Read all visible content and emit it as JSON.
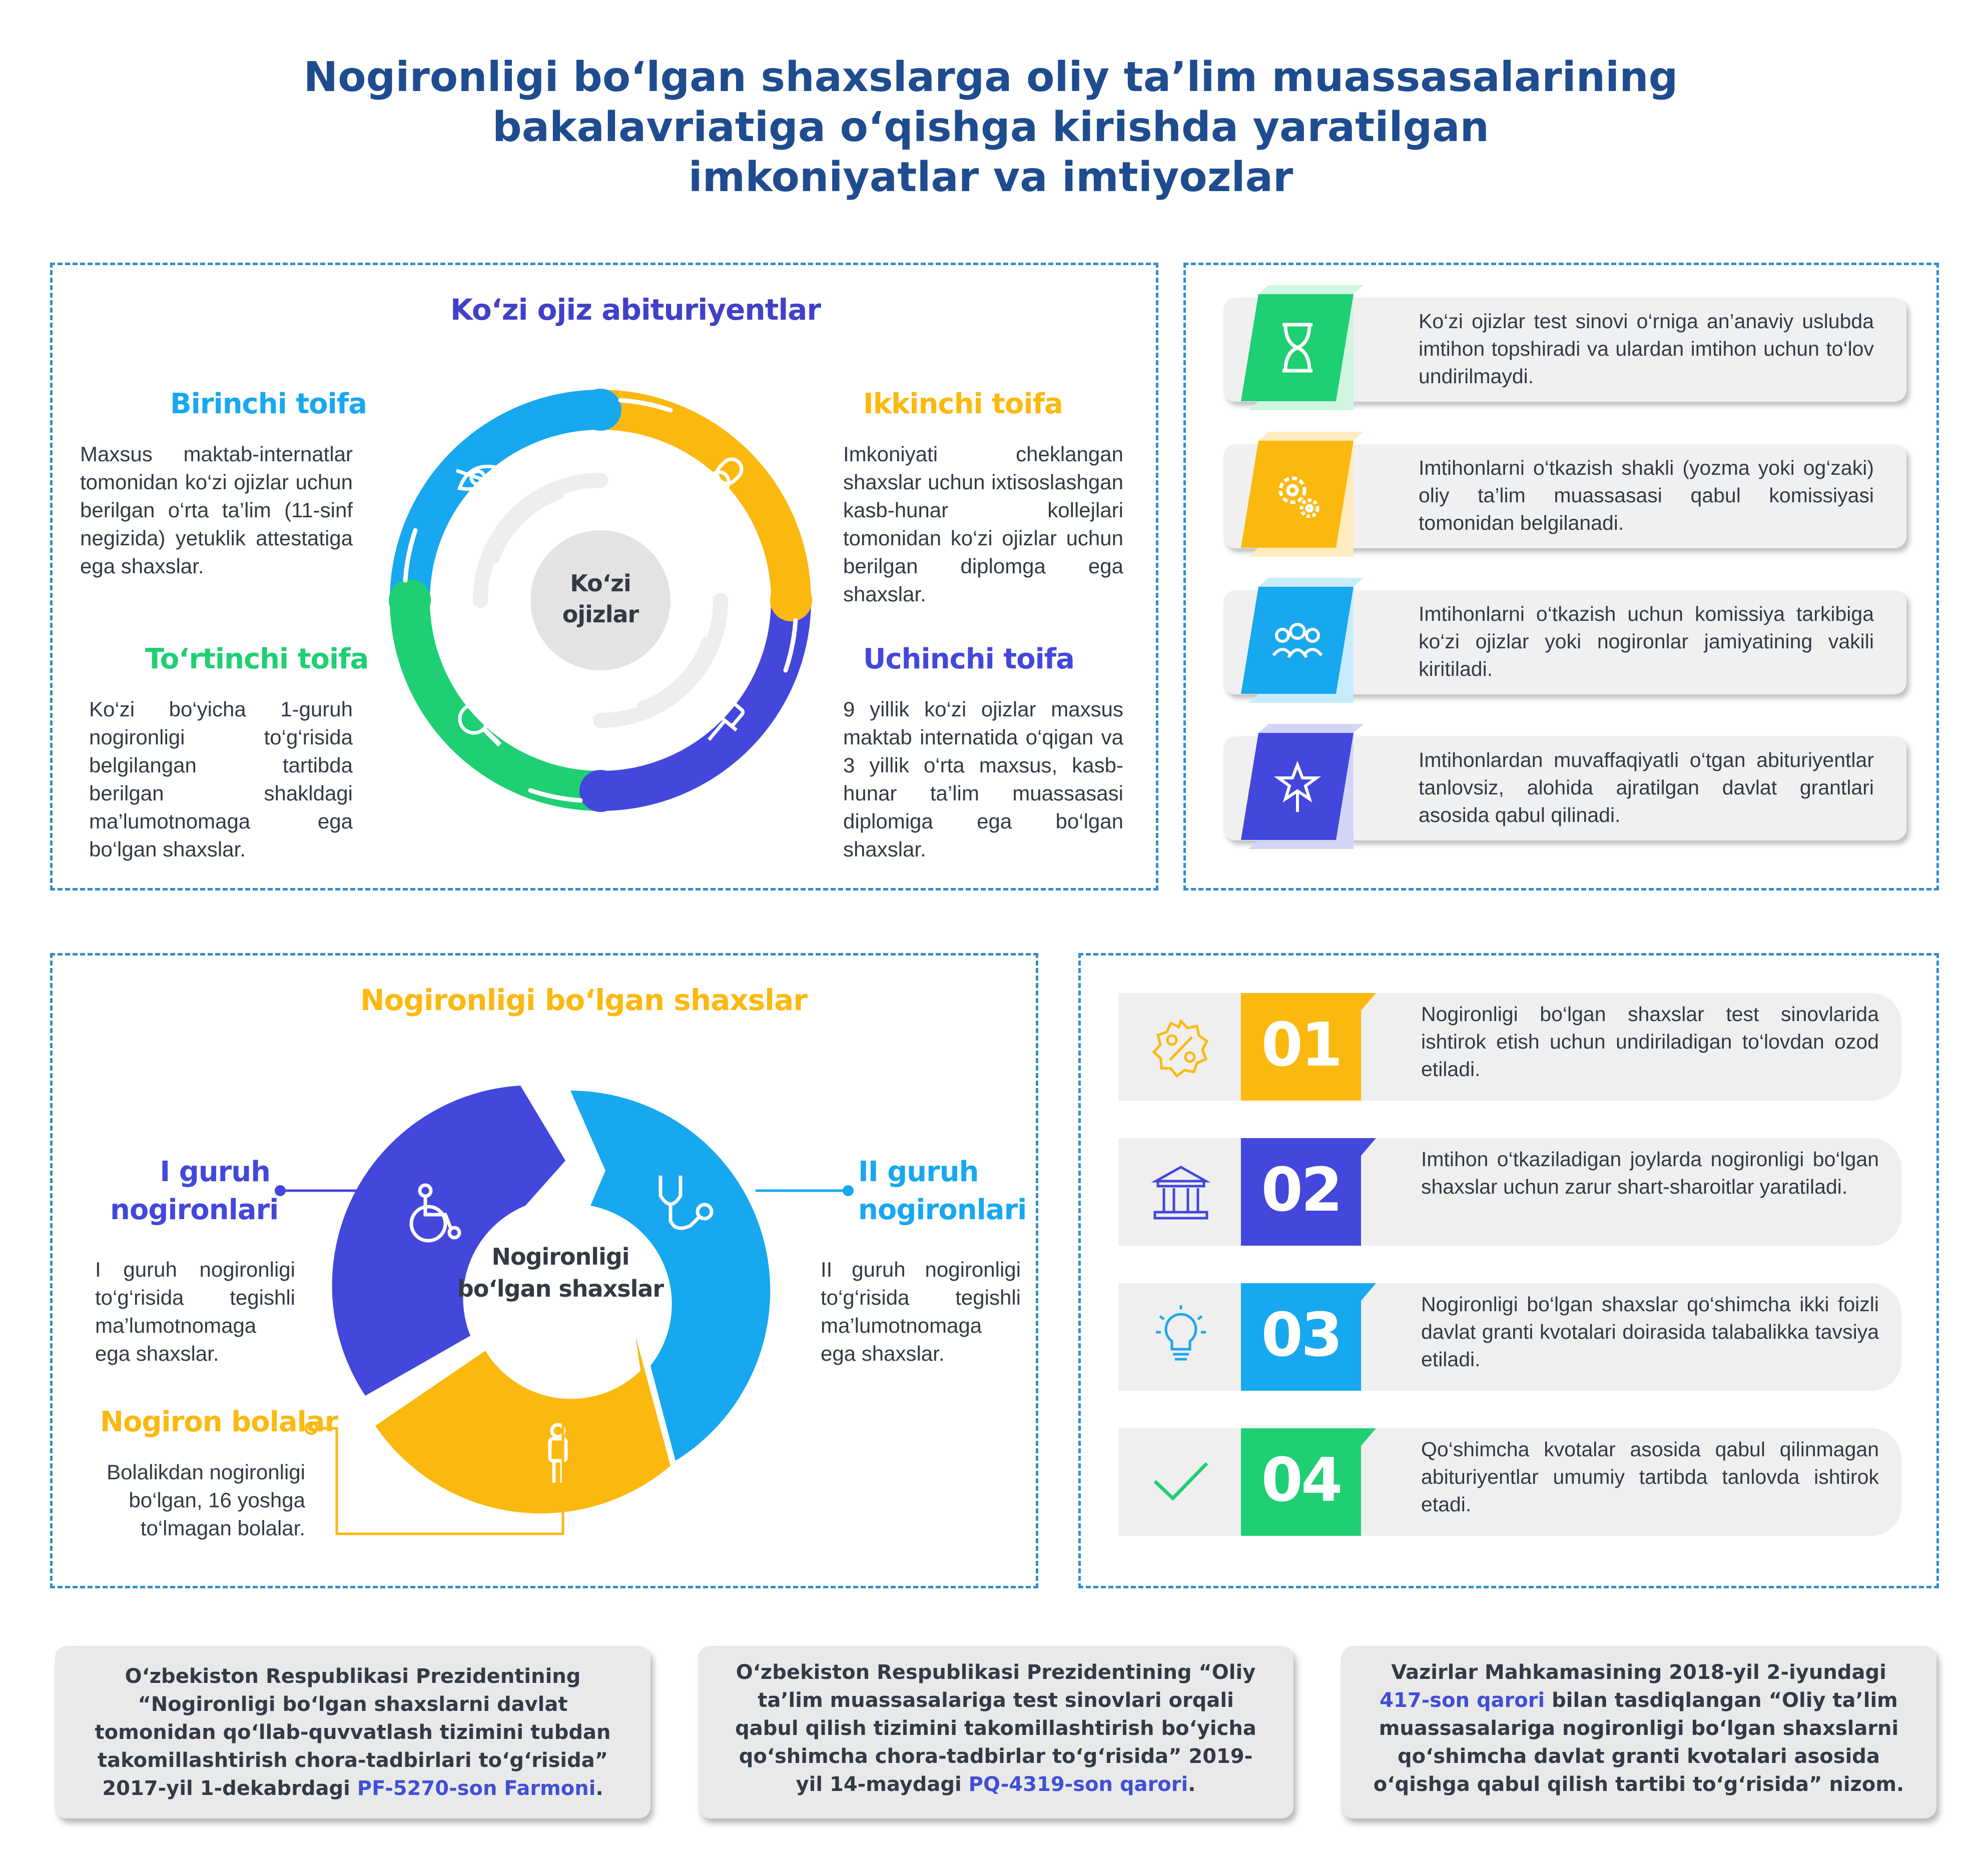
{
  "title": {
    "line1": "Nogironligi bo‘lgan shaxslarga oliy ta’lim muassasalarining",
    "line2": "bakalavriatiga o‘qishga kirishda yaratilgan",
    "line3": "imkoniyatlar va imtiyozlar"
  },
  "blind_section": {
    "title": "Ko‘zi ojiz abituriyentlar",
    "center_line1": "Ko‘zi",
    "center_line2": "ojizlar",
    "categories": [
      {
        "title": "Birinchi toifa",
        "text": "Maxsus maktab-internatlar tomonidan ko‘zi ojizlar uchun berilgan o‘rta ta’lim (11-sinf negizida) yetuklik attestatiga ega shaxslar."
      },
      {
        "title": "Ikkinchi toifa",
        "text": "Imkoniyati cheklangan shaxslar uchun ixtisoslashgan kasb-hunar kollejlari tomonidan ko‘zi ojizlar uchun berilgan diplomga ega shaxslar."
      },
      {
        "title": "To‘rtinchi toifa",
        "text": "Ko‘zi bo‘yicha 1-guruh nogironligi to‘g‘risida belgilangan tartibda berilgan shakldagi ma’lumotnomaga ega bo‘lgan shaxslar."
      },
      {
        "title": "Uchinchi toifa",
        "text": "9 yillik ko‘zi ojizlar maxsus maktab internatida o‘qigan va 3 yillik o‘rta maxsus, kasb-hunar ta’lim muassasasi diplomiga ega bo‘lgan shaxslar."
      }
    ]
  },
  "blind_benefits": [
    {
      "icon": "hourglass-icon",
      "color": "#1fcf73",
      "text": "Ko‘zi ojizlar test sinovi o‘rniga an’anaviy uslubda imtihon topshiradi va ulardan imtihon uchun to‘lov undirilmaydi."
    },
    {
      "icon": "gears-icon",
      "color": "#fbb910",
      "text": "Imtihonlarni o‘tkazish shakli (yozma yoki og‘zaki) oliy ta’lim muassasasi qabul komissiyasi tomonidan belgilanadi."
    },
    {
      "icon": "team-icon",
      "color": "#17a8ef",
      "text": "Imtihonlarni o‘tkazish uchun komissiya tarkibiga ko‘zi ojizlar yoki nogironlar jamiyatining vakili kiritiladi."
    },
    {
      "icon": "wand-star-icon",
      "color": "#4347dc",
      "text": "Imtihonlardan muvaffaqiyatli o‘tgan abituriyentlar tanlovsiz, alohida ajratilgan davlat grantlari asosida qabul qilinadi."
    }
  ],
  "disabled_section": {
    "title": "Nogironligi bo‘lgan shaxslar",
    "center_line1": "Nogironligi",
    "center_line2": "bo‘lgan shaxslar",
    "group1": {
      "title_line1": "I guruh",
      "title_line2": "nogironlari",
      "text": "I guruh nogironligi to‘g‘risida tegishli ma’lumotnomaga ega shaxslar."
    },
    "group2": {
      "title_line1": "II guruh",
      "title_line2": "nogironlari",
      "text": "II guruh nogironligi to‘g‘risida tegishli ma’lumotnomaga ega shaxslar."
    },
    "children": {
      "title": "Nogiron bolalar",
      "text": "Bolalikdan nogironligi bo‘lgan, 16 yoshga to‘lmagan bolalar."
    }
  },
  "disabled_benefits": [
    {
      "num": "01",
      "icon": "percent-badge-icon",
      "color": "#fbb910",
      "text": "Nogironligi bo‘lgan shaxslar test sinovlarida ishtirok etish uchun undiriladigan to‘lovdan ozod etiladi."
    },
    {
      "num": "02",
      "icon": "building-icon",
      "color": "#4347dc",
      "text": "Imtihon o‘tkaziladigan joylarda nogironligi bo‘lgan shaxslar uchun zarur shart-sharoitlar yaratiladi."
    },
    {
      "num": "03",
      "icon": "lightbulb-icon",
      "color": "#17a8ef",
      "text": "Nogironligi bo‘lgan shaxslar qo‘shimcha ikki foizli davlat granti kvotalari doirasida talabalikka tavsiya etiladi."
    },
    {
      "num": "04",
      "icon": "checkmark-icon",
      "color": "#1fcf73",
      "text": "Qo‘shimcha kvotalar asosida qabul qilinmagan abituriyentlar umumiy tartibda tanlovda ishtirok etadi."
    }
  ],
  "references": [
    {
      "text": "O‘zbekiston Respublikasi Prezidentining “Nogironligi bo‘lgan shaxslarni davlat tomonidan qo‘llab-quvvatlash tizimini tubdan takomillashtirish chora-tadbirlari to‘g‘risida” 2017-yil 1-dekabrdagi",
      "link": "PF-5270-son Farmoni",
      "tail": "."
    },
    {
      "text": "O‘zbekiston Respublikasi Prezidentining “Oliy ta’lim muassasalariga test sinovlari orqali qabul qilish tizimini takomillashtirish bo‘yicha qo‘shimcha chora-tadbirlar to‘g‘risida” 2019-yil 14-maydagi",
      "link": "PQ-4319-son qarori",
      "tail": "."
    },
    {
      "lead": "Vazirlar Mahkamasining 2018-yil 2-iyundagi",
      "link": "417-son qarori",
      "text": "bilan tasdiqlangan “Oliy ta’lim muassasalariga nogironligi bo‘lgan shaxslarni qo‘shimcha davlat granti kvotalari asosida o‘qishga qabul qilish tartibi to‘g‘risida”  nizom."
    }
  ],
  "colors": {
    "title_blue": "#1f4c8f",
    "section_purple": "#4040c8",
    "blue": "#17a8ef",
    "yellow": "#fbb910",
    "green": "#1fcf73",
    "indigo": "#4347dc",
    "dash": "#2f8fc8"
  }
}
